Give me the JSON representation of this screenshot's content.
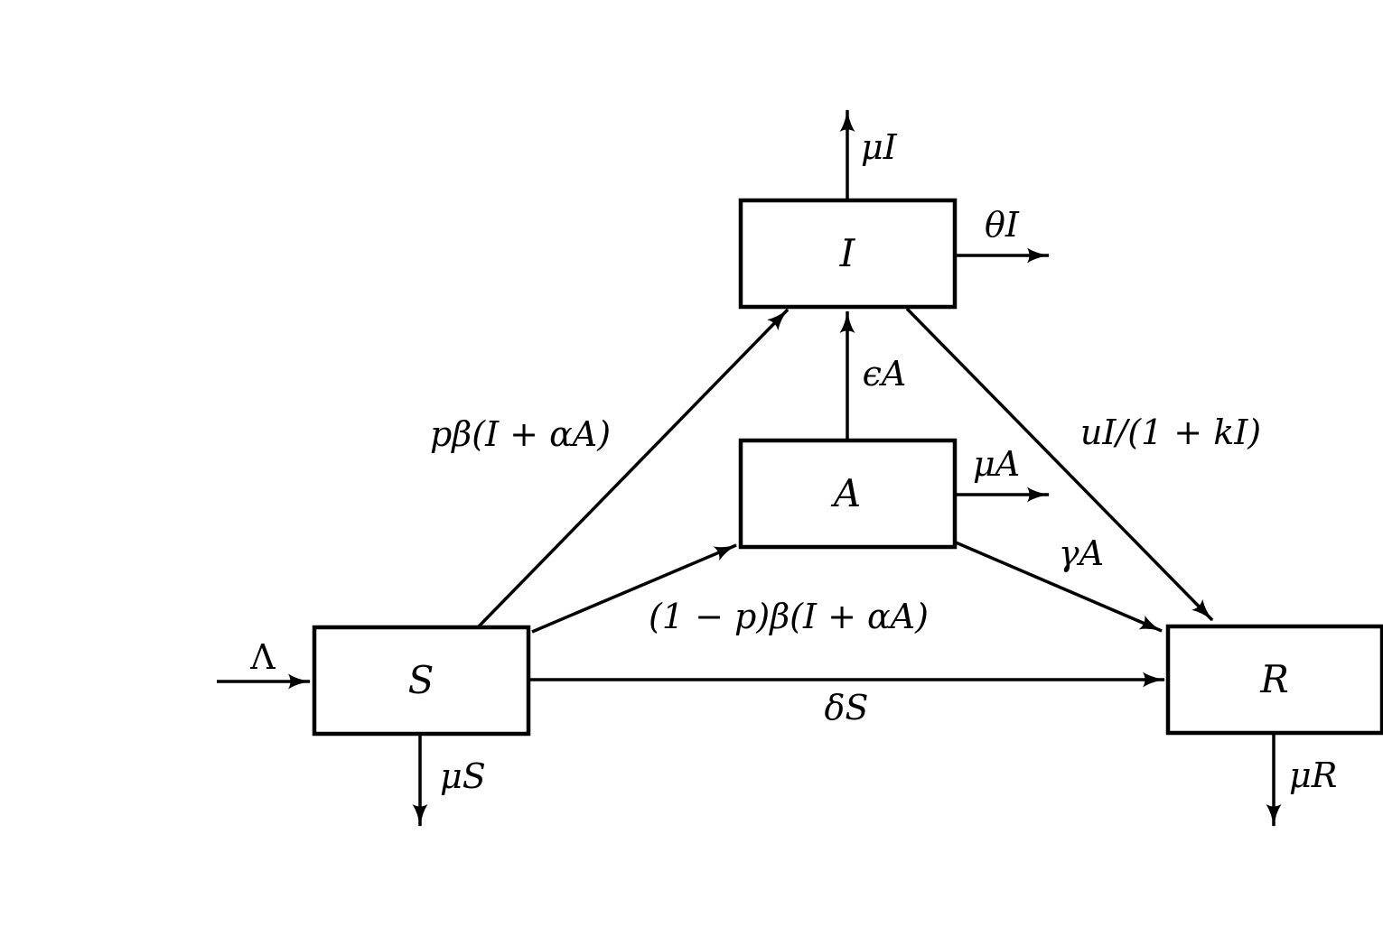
{
  "diagram": {
    "type": "compartment-flow-diagram",
    "nodes": {
      "S": {
        "label": "S"
      },
      "I": {
        "label": "I"
      },
      "A": {
        "label": "A"
      },
      "R": {
        "label": "R"
      }
    },
    "flows": {
      "recruitment": {
        "from": "external",
        "to": "S",
        "label": "Λ"
      },
      "s_to_i": {
        "from": "S",
        "to": "I",
        "label": "pβ(I + αA)"
      },
      "s_to_a": {
        "from": "S",
        "to": "A",
        "label": "(1 − p)β(I + αA)"
      },
      "a_to_i": {
        "from": "A",
        "to": "I",
        "label": "ϵA"
      },
      "i_natural_death": {
        "from": "I",
        "to": "out",
        "label": "μI"
      },
      "i_exit": {
        "from": "I",
        "to": "out",
        "label": "θI"
      },
      "a_natural_death": {
        "from": "A",
        "to": "out",
        "label": "μA"
      },
      "i_to_r": {
        "from": "I",
        "to": "R",
        "label": "uI/(1 + kI)"
      },
      "a_to_r": {
        "from": "A",
        "to": "R",
        "label": "γA"
      },
      "s_to_r": {
        "from": "S",
        "to": "R",
        "label": "δS"
      },
      "s_natural_death": {
        "from": "S",
        "to": "out",
        "label": "μS"
      },
      "r_natural_death": {
        "from": "R",
        "to": "out",
        "label": "μR"
      }
    },
    "colors": {
      "line": "#000000",
      "text": "#000000",
      "box_fill": "#ffffff",
      "background": "#ffffff"
    }
  }
}
